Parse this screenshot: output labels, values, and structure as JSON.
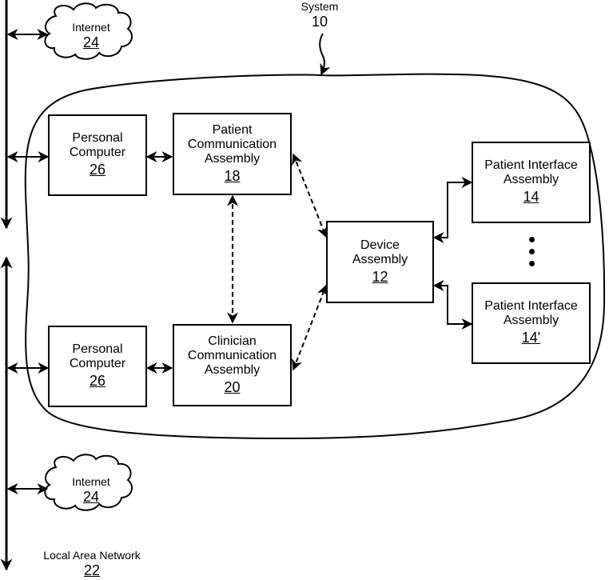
{
  "system": {
    "label": "System",
    "ref": "10"
  },
  "network": {
    "label": "Local Area Network",
    "ref": "22"
  },
  "internet_top": {
    "label": "Internet",
    "ref": "24"
  },
  "internet_bottom": {
    "label": "Internet",
    "ref": "24"
  },
  "pc_top": {
    "line1": "Personal",
    "line2": "Computer",
    "ref": "26"
  },
  "pc_bottom": {
    "line1": "Personal",
    "line2": "Computer",
    "ref": "26"
  },
  "patient_comm": {
    "line1": "Patient",
    "line2": "Communication",
    "line3": "Assembly",
    "ref": "18"
  },
  "clinician_comm": {
    "line1": "Clinician",
    "line2": "Communication",
    "line3": "Assembly",
    "ref": "20"
  },
  "device": {
    "line1": "Device",
    "line2": "Assembly",
    "ref": "12"
  },
  "pia_top": {
    "line1": "Patient Interface",
    "line2": "Assembly",
    "ref": "14"
  },
  "pia_bottom": {
    "line1": "Patient Interface",
    "line2": "Assembly",
    "ref": "14'"
  }
}
